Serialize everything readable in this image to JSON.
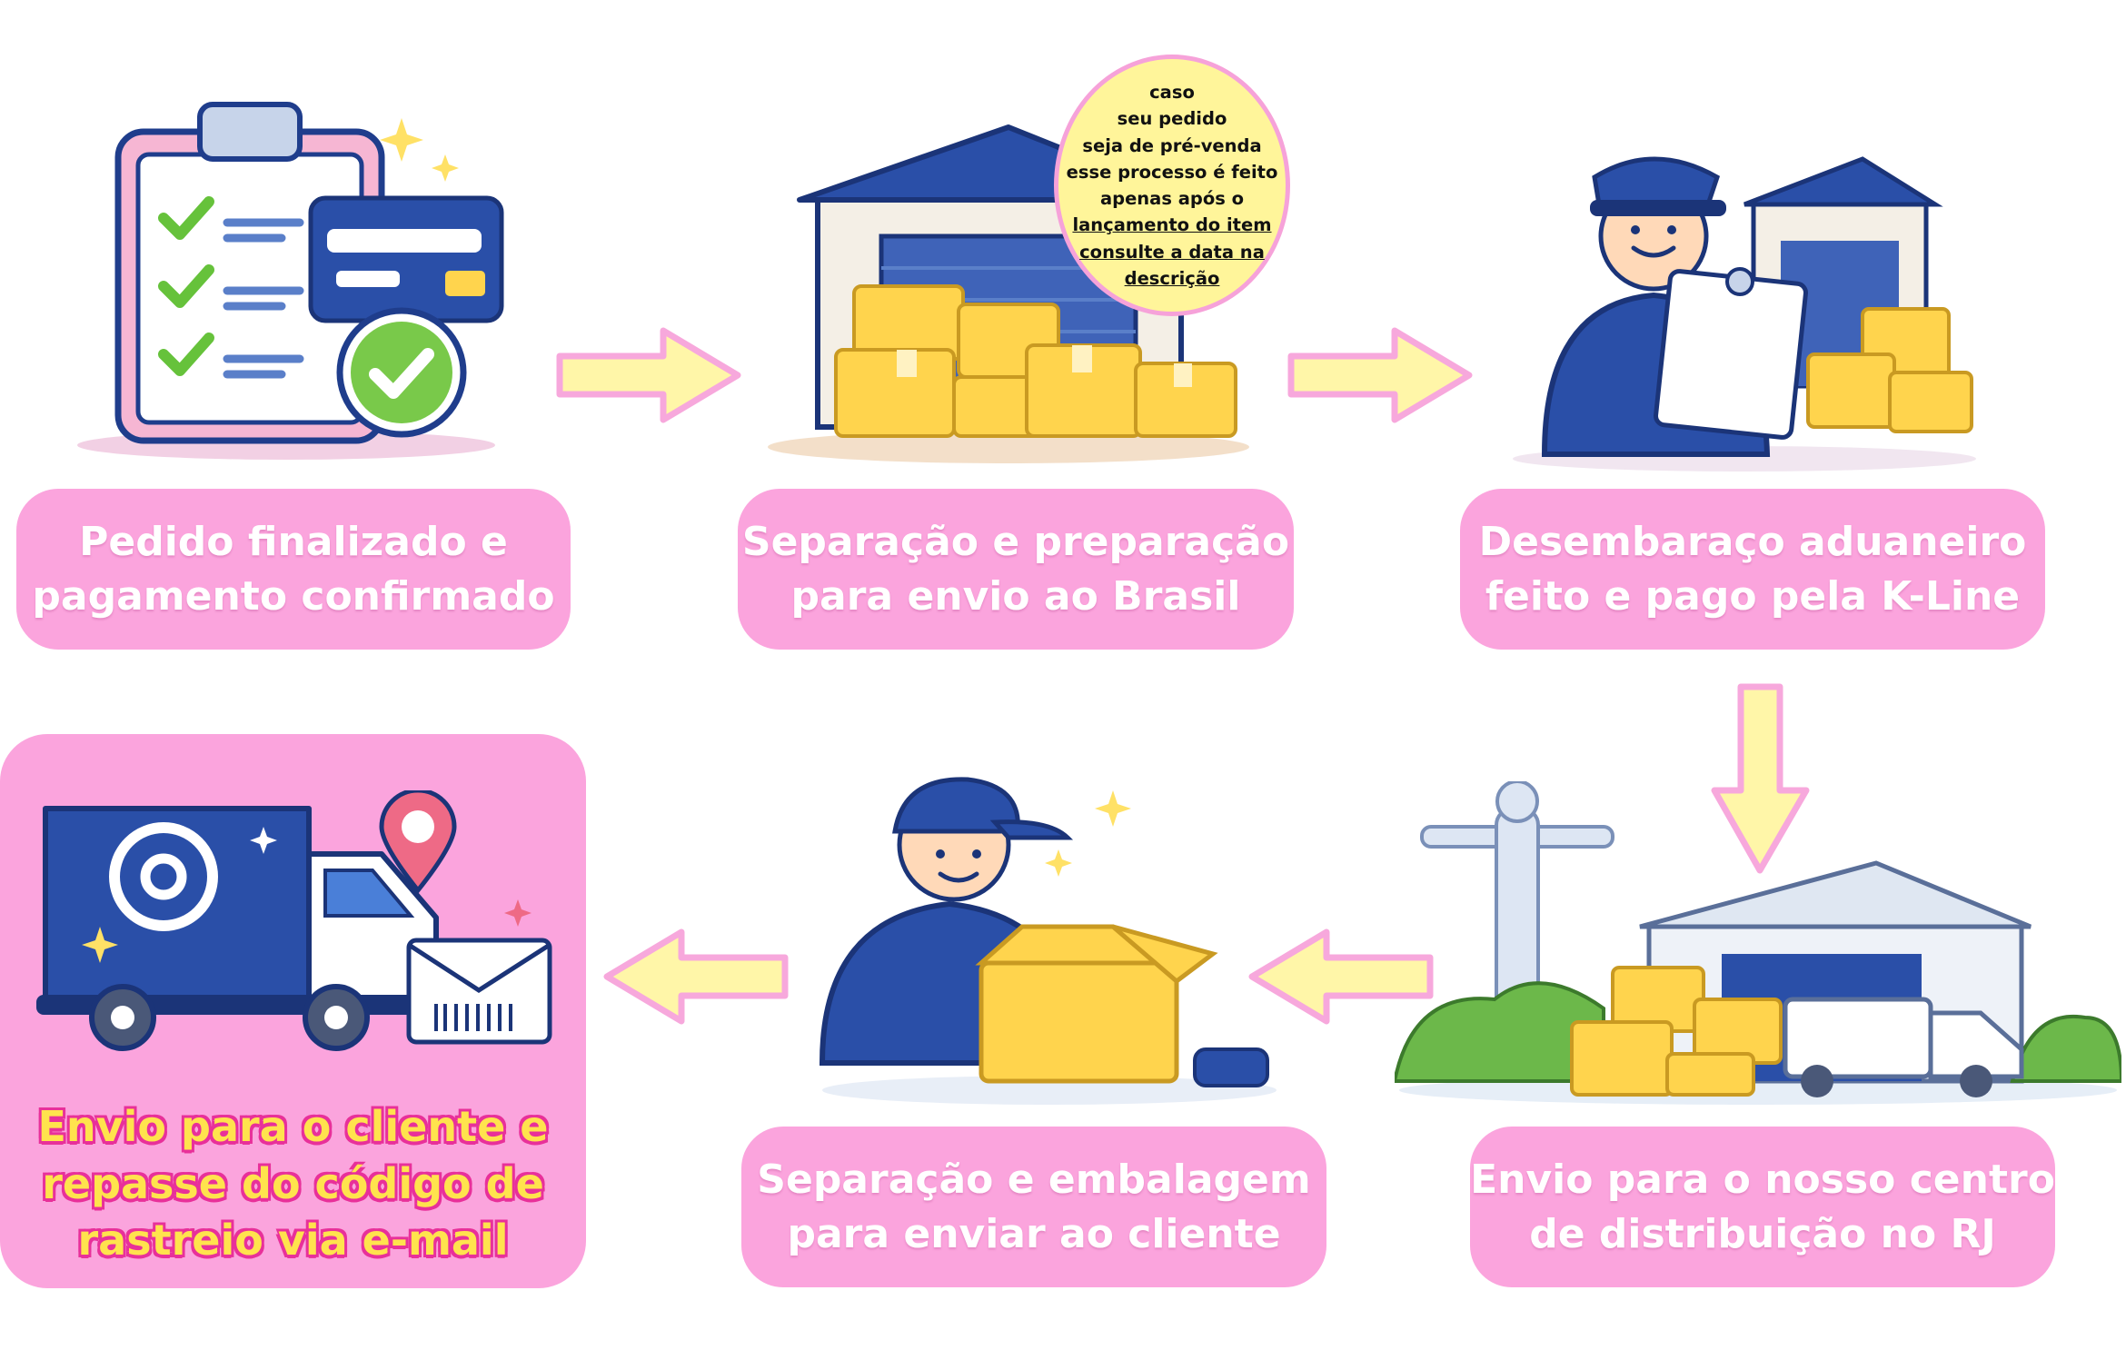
{
  "steps": [
    {
      "lines": [
        "Pedido finalizado e",
        "pagamento confirmado"
      ]
    },
    {
      "lines": [
        "Separação e preparação",
        "para envio ao Brasil"
      ]
    },
    {
      "lines": [
        "Desembaraço aduaneiro",
        "feito e pago pela K-Line"
      ]
    },
    {
      "lines": [
        "Envio para o nosso centro",
        "de distribuição no RJ"
      ]
    },
    {
      "lines": [
        "Separação e embalagem",
        "para enviar ao cliente"
      ]
    },
    {
      "lines": [
        "Envio para o cliente e",
        "repasse do código de",
        "rastreio via e-mail"
      ]
    }
  ],
  "note": {
    "lines": [
      "caso",
      "seu pedido",
      "seja de pré-venda",
      "esse processo é feito",
      "apenas após o",
      "lançamento do item",
      "consulte a data na",
      "descrição"
    ]
  },
  "colors": {
    "label_bg": "#fba4dd",
    "label_text": "#ffffff",
    "final_text": "#ffe34d",
    "final_outline": "#e8309a",
    "arrow_fill": "#fff6a8",
    "arrow_stroke": "#f7a8dc",
    "note_bg": "#fff59a",
    "brand_blue": "#2a4fa8",
    "box_yellow": "#ffd44d"
  },
  "icons": [
    "clipboard-icon",
    "credit-card-icon",
    "check-badge-icon",
    "warehouse-icon",
    "customs-officer-icon",
    "christ-redeemer-icon",
    "packer-icon",
    "delivery-truck-icon",
    "email-icon",
    "location-pin-icon",
    "envelope-barcode-icon"
  ]
}
